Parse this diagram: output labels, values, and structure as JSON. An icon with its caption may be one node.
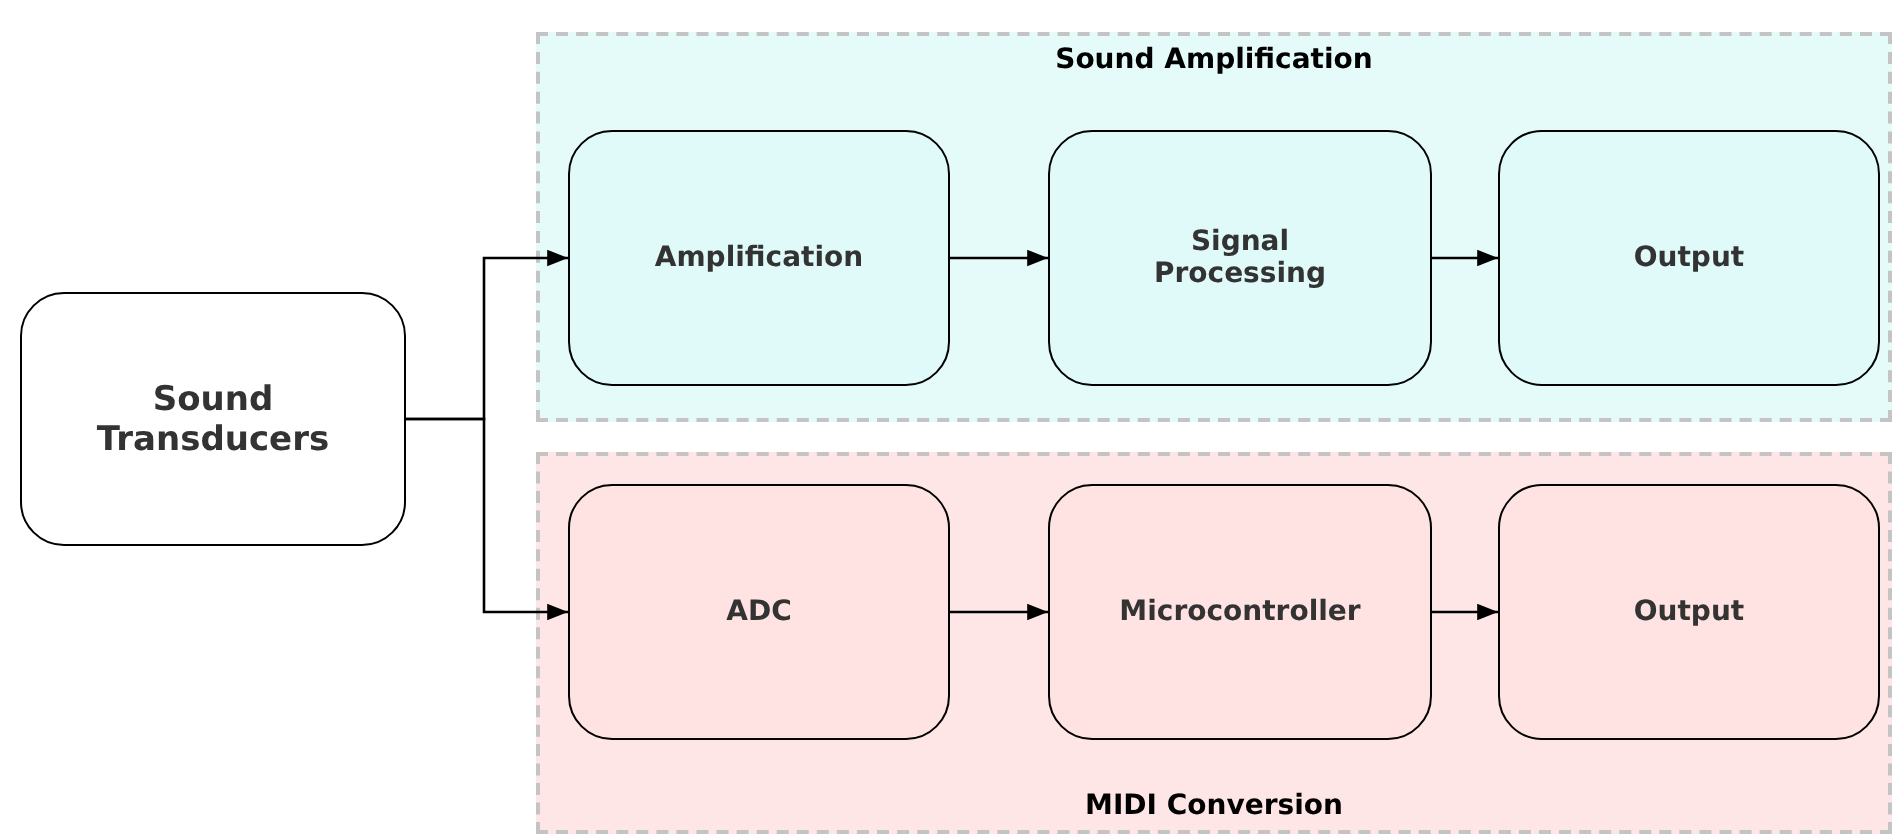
{
  "diagram": {
    "nodes": [
      {
        "text": [
          "Sound Transducers"
        ]
      },
      {
        "text": [
          "Sound Amplification"
        ]
      },
      {
        "text": [
          "Amplification"
        ],
        "in": 1
      },
      {
        "text": [
          "Signal Processing"
        ],
        "in": 1
      },
      {
        "text": [
          "Output"
        ],
        "in": 1
      },
      {
        "text": [
          "MIDI Conversion"
        ]
      },
      {
        "text": [
          "ADC"
        ],
        "in": 5
      },
      {
        "text": [
          "Microcontroller"
        ],
        "in": 5
      },
      {
        "text": [
          "Output"
        ],
        "in": 5
      }
    ],
    "edges": [
      {
        "from": 0,
        "to": 2,
        "arrow": "to"
      },
      {
        "from": 0,
        "to": 6,
        "arrow": "to"
      },
      {
        "from": 2,
        "to": 3,
        "arrow": "to"
      },
      {
        "from": 3,
        "to": 4,
        "arrow": "to"
      },
      {
        "from": 6,
        "to": 7,
        "arrow": "to"
      },
      {
        "from": 7,
        "to": 8,
        "arrow": "to"
      }
    ]
  }
}
